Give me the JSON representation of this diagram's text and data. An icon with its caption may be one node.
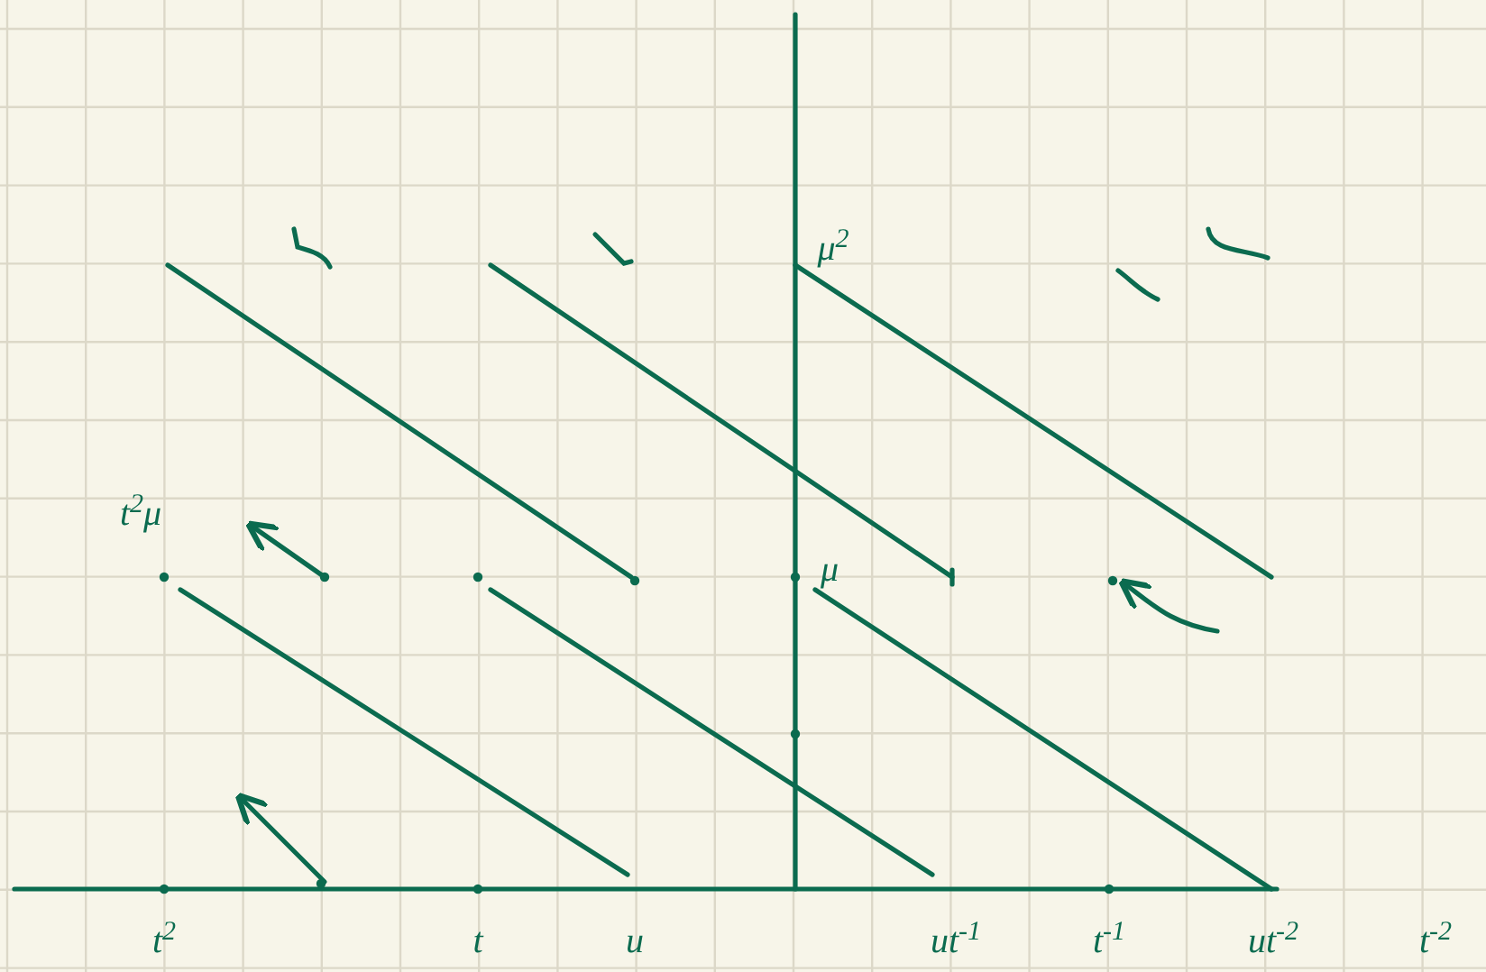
{
  "diagram": {
    "labels": [
      "t$^{2}$μ",
      "μ$^{2}$",
      "μ",
      "t$^{2}$",
      "t",
      "u",
      "ut$^{-1}$",
      "t$^{-1}$",
      "ut$^{-2}$",
      "t$^{-2}$"
    ]
  }
}
